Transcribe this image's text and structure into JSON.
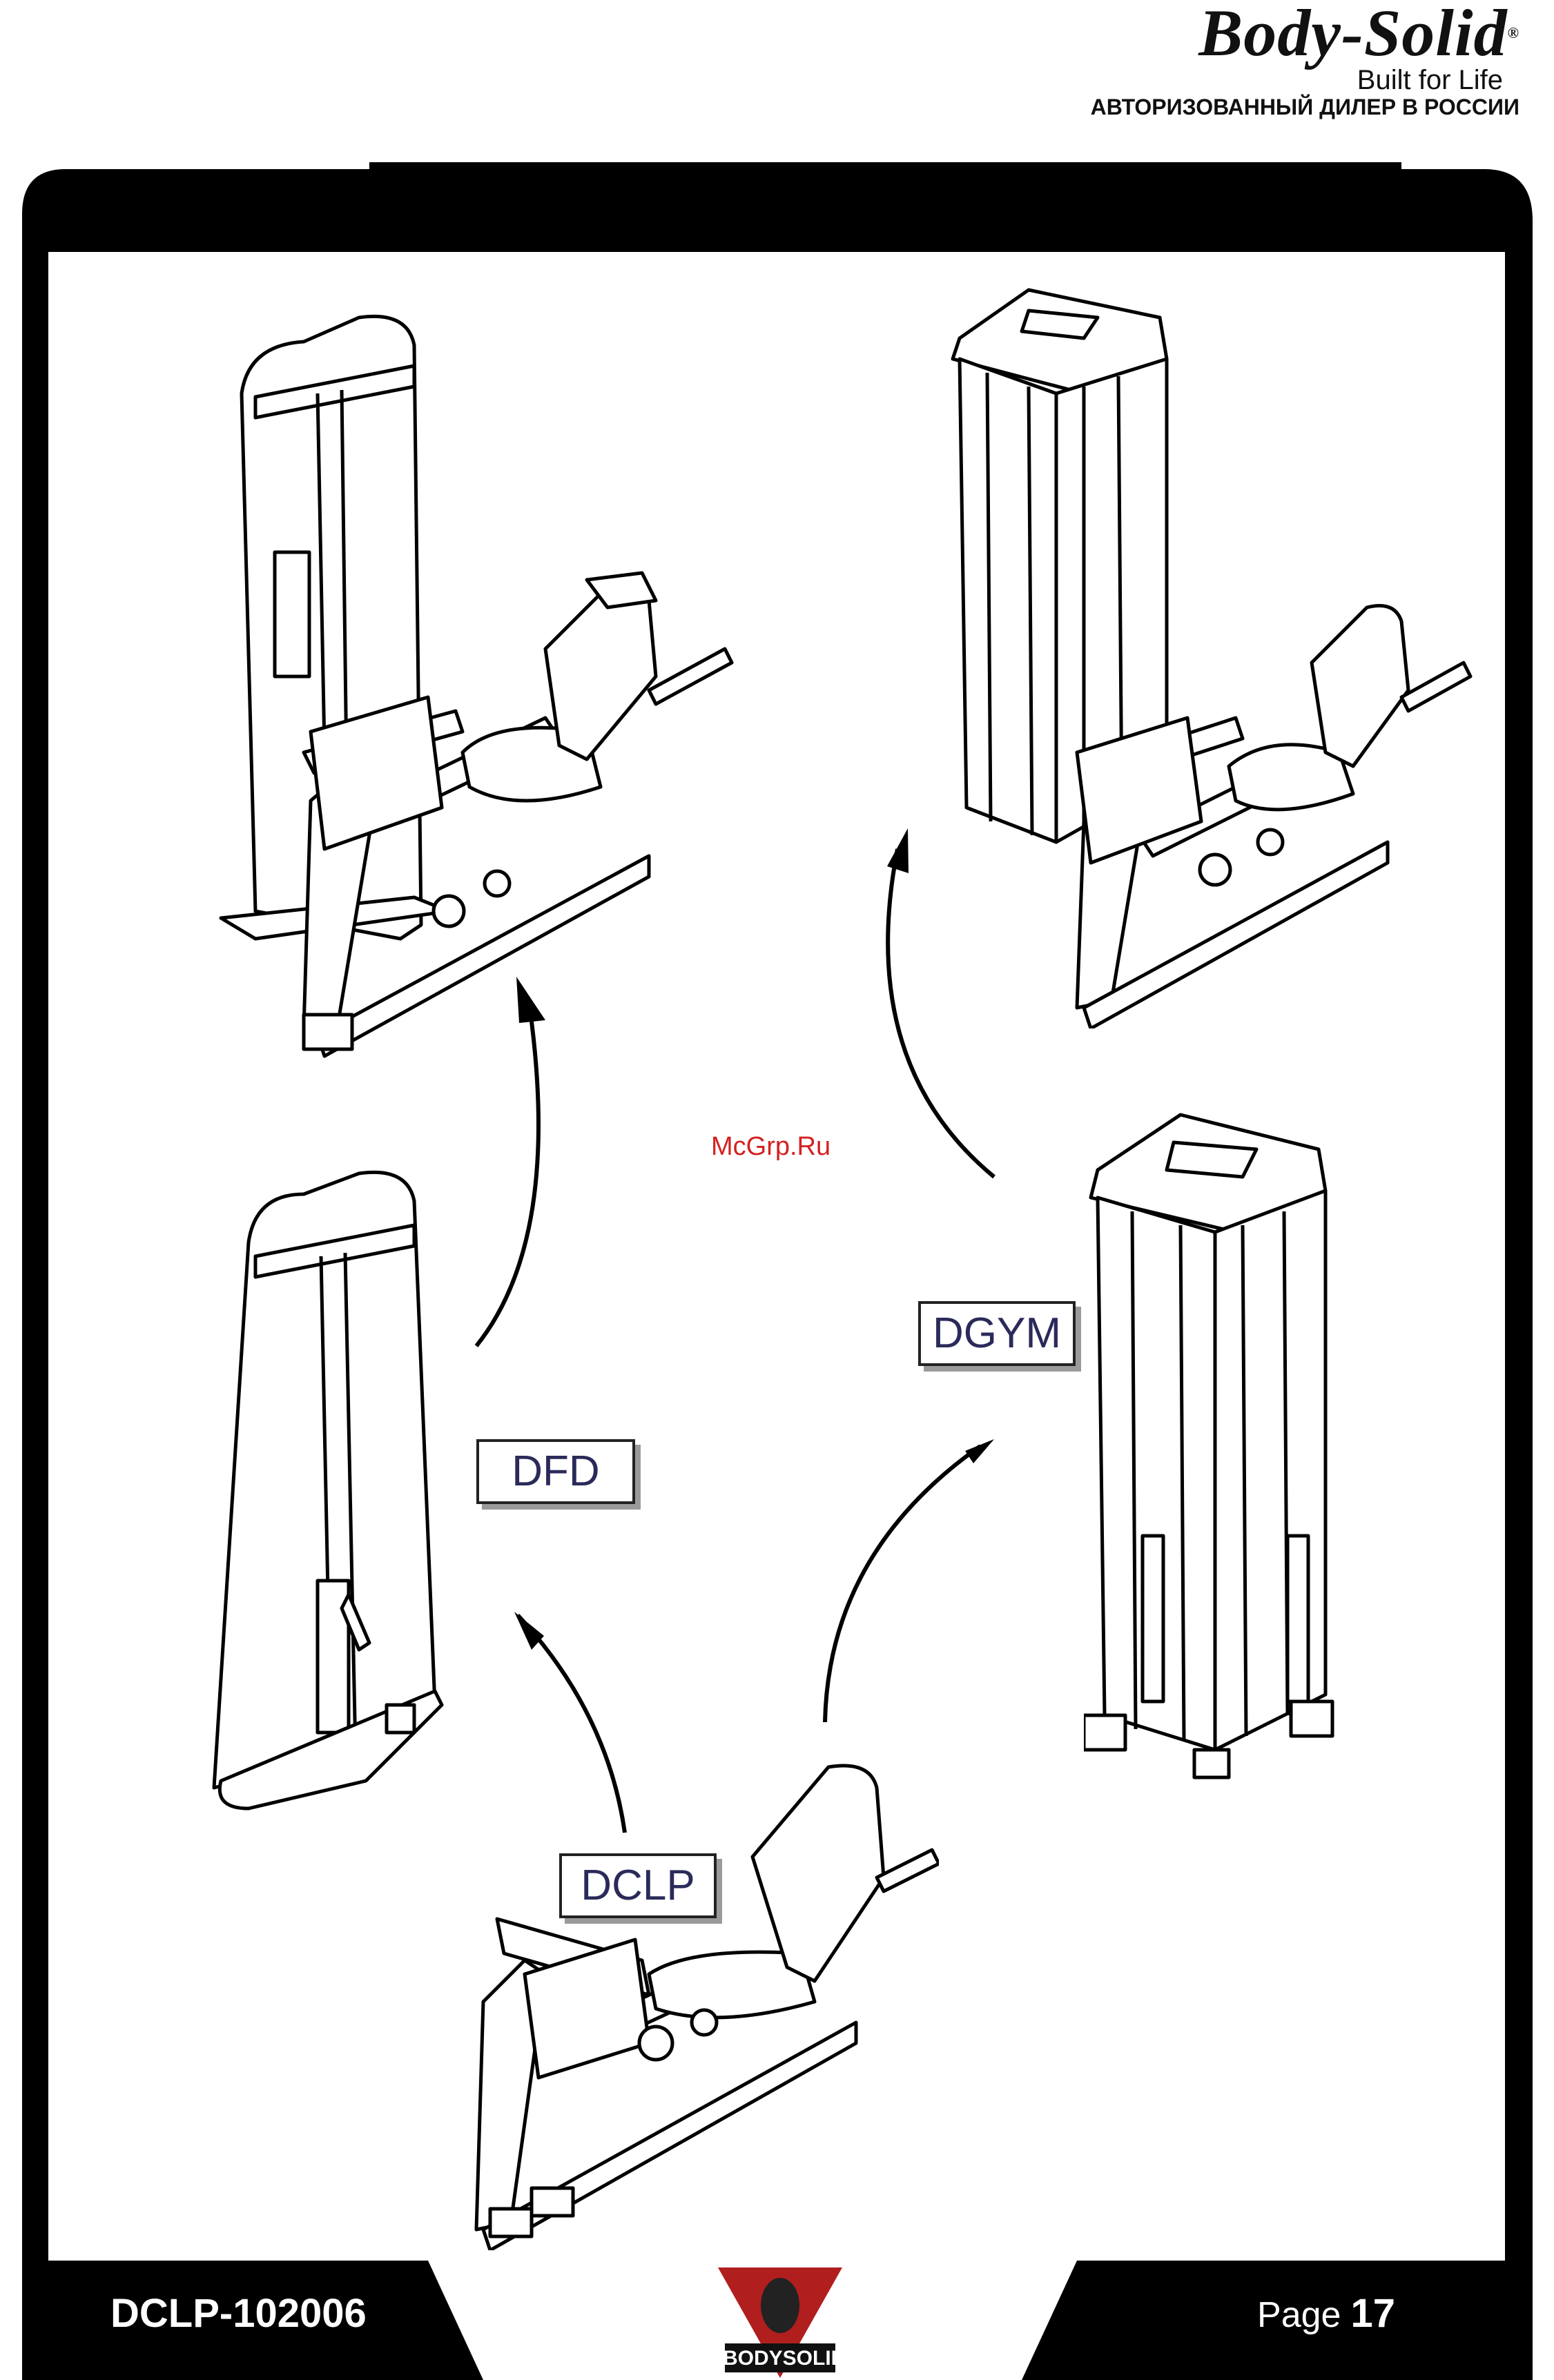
{
  "brand": {
    "logo": "Body-Solid",
    "registered": "®",
    "tagline": "Built for Life",
    "dealer": "АВТОРИЗОВАННЫЙ ДИЛЕР В РОССИИ"
  },
  "watermark": "McGrp.Ru",
  "labels": {
    "dfd": "DFD",
    "dgym": "DGYM",
    "dclp": "DCLP"
  },
  "footer": {
    "doc_code": "DCLP-102006",
    "page_label": "Page",
    "page_number": "17",
    "logo_text": "BODYSOLID"
  },
  "colors": {
    "frame": "#000000",
    "watermark": "#d42020",
    "label_text": "#2a2a5a"
  }
}
